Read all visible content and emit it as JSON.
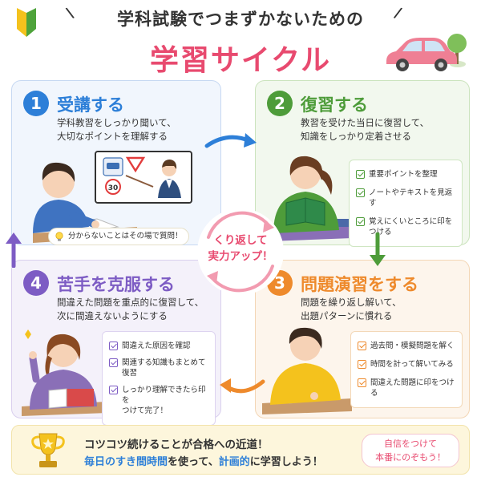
{
  "header": {
    "subtitle": "学科試験でつまずかないための",
    "title": "学習サイクル"
  },
  "colors": {
    "pink": "#e84a6f",
    "blue": "#2d7fd8",
    "green": "#4e9c3a",
    "orange": "#ee8a2c",
    "purple": "#7d5cc4"
  },
  "steps": {
    "s1": {
      "number": "1",
      "title": "受講する",
      "desc1": "学科教習をしっかり聞いて、",
      "desc2": "大切なポイントを理解する",
      "sign_number": "30",
      "tip": "分からないことはその場で質問！"
    },
    "s2": {
      "number": "2",
      "title": "復習する",
      "desc1": "教習を受けた当日に復習して、",
      "desc2": "知識をしっかり定着させる",
      "checks": [
        "重要ポイントを整理",
        "ノートやテキストを見返す",
        "覚えにくいところに印をつける"
      ]
    },
    "s3": {
      "number": "3",
      "title": "問題演習をする",
      "desc1": "問題を繰り返し解いて、",
      "desc2": "出題パターンに慣れる",
      "checks": [
        "過去問・模擬問題を解く",
        "時間を計って解いてみる",
        "間違えた問題に印をつける"
      ]
    },
    "s4": {
      "number": "4",
      "title": "苦手を克服する",
      "desc1": "間違えた問題を重点的に復習して、",
      "desc2": "次に間違えないようにする",
      "checks": [
        "間違えた原因を確認",
        "関連する知識もまとめて復習",
        "しっかり理解できたら印を",
        "つけて完了！"
      ]
    }
  },
  "center": {
    "line1": "くり返して",
    "line2": "実力アップ！"
  },
  "footer": {
    "line1": "コツコツ続けることが合格への近道！",
    "line2_a": "毎日のすき間時間",
    "line2_b": "を使って、",
    "line2_c": "計画的",
    "line2_d": "に学習しよう！",
    "bubble1": "自信をつけて",
    "bubble2": "本番にのぞもう！"
  },
  "icons": {
    "beginner": "beginner-mark-icon",
    "car": "car-icon",
    "bulb": "lightbulb-icon",
    "trophy": "trophy-icon",
    "check": "check-icon"
  }
}
